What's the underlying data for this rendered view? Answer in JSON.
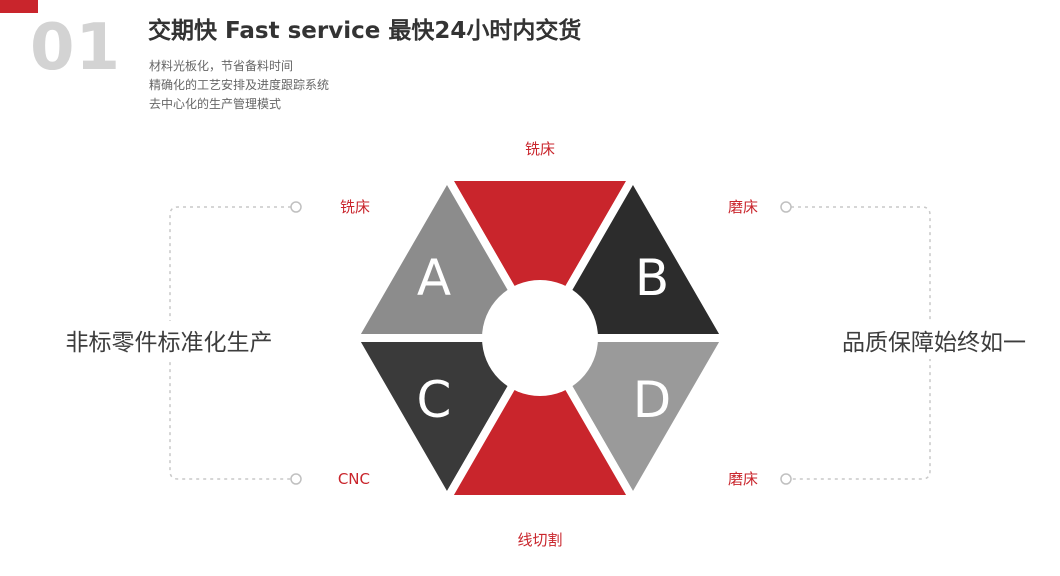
{
  "colors": {
    "red": "#c9252c",
    "gray_a": "#8c8c8c",
    "gray_d": "#9a9a9a",
    "dark_b": "#2c2c2c",
    "dark_c": "#3a3a3a",
    "index_gray": "#d3d3d3",
    "dashed_line": "#c9c9c9",
    "title_dark": "#333333",
    "label_red": "#c9252c"
  },
  "header": {
    "index": "01",
    "title": "交期快  Fast service 最快24小时内交货",
    "bullets": [
      "材料光板化，节省备料时间",
      "精确化的工艺安排及进度跟踪系统",
      "去中心化的生产管理模式"
    ]
  },
  "diagram": {
    "segments": {
      "top": {
        "label": "铣床",
        "color": "red"
      },
      "upper_left": {
        "letter": "A",
        "label": "铣床",
        "color": "gray"
      },
      "upper_right": {
        "letter": "B",
        "label": "磨床",
        "color": "dark"
      },
      "lower_left": {
        "letter": "C",
        "label": "CNC",
        "color": "dark"
      },
      "lower_right": {
        "letter": "D",
        "label": "磨床",
        "color": "gray"
      },
      "bottom": {
        "label": "线切割",
        "color": "red"
      }
    }
  },
  "captions": {
    "left": "非标零件标准化生产",
    "right": "品质保障始终如一"
  }
}
